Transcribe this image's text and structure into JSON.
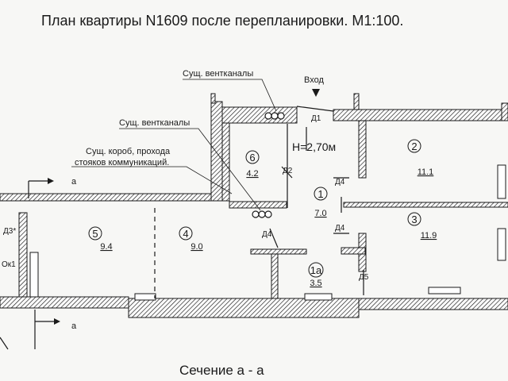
{
  "title": "План квартиры N1609 после перепланировки. М1:100.",
  "ceiling_height": "H=2,70м",
  "section_label": "Сечение а - а",
  "annotations": {
    "vent_1": "Сущ. вентканалы",
    "vent_2": "Сущ. вентканалы",
    "riser_box_line1": "Сущ. короб, прохода",
    "riser_box_line2": "стояков коммуникаций.",
    "entrance": "Вход"
  },
  "section_marks": {
    "top": "а",
    "bottom": "а"
  },
  "rooms": [
    {
      "number": "1",
      "area": "7.0",
      "circled": true
    },
    {
      "number": "1а",
      "area": "3.5",
      "circled": true
    },
    {
      "number": "2",
      "area": "11.1",
      "circled": true
    },
    {
      "number": "3",
      "area": "11.9",
      "circled": true
    },
    {
      "number": "4",
      "area": "9.0",
      "circled": true
    },
    {
      "number": "5",
      "area": "9.4",
      "circled": true
    },
    {
      "number": "6",
      "area": "4.2",
      "circled": true
    }
  ],
  "doors": {
    "d1": "Д1",
    "d2": "Д2",
    "d3": "Д3*",
    "d4a": "Д4",
    "d4b": "Д4",
    "d4c": "Д4",
    "d5": "Д5"
  },
  "window_label": "Ок1"
}
